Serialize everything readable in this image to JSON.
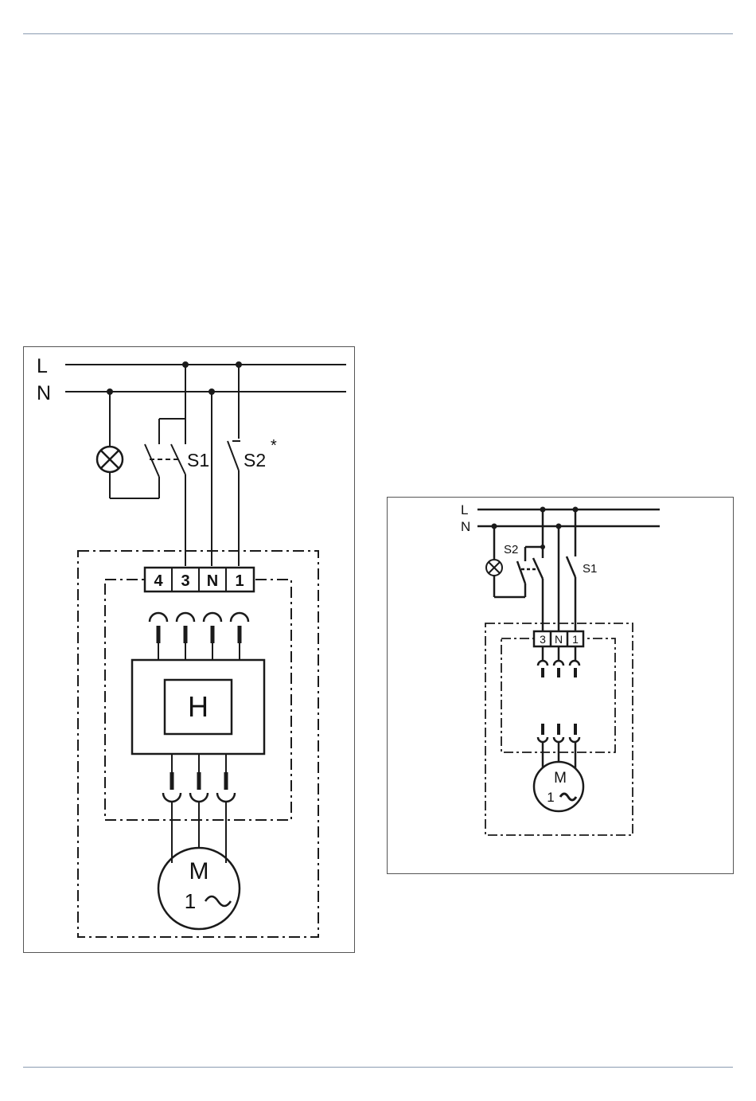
{
  "diagram_left": {
    "lines": {
      "line": "L",
      "neutral": "N"
    },
    "lamp_symbol": "lamp-icon",
    "switch_1": "S1",
    "switch_2": "S2",
    "switch_2_mark": "*",
    "terminals": [
      "4",
      "3",
      "N",
      "1"
    ],
    "control_unit": "H",
    "motor": {
      "label": "M",
      "phase": "1",
      "symbol": "~"
    }
  },
  "diagram_right": {
    "lines": {
      "line": "L",
      "neutral": "N"
    },
    "lamp_symbol": "lamp-icon",
    "switch_2": "S2",
    "switch_1": "S1",
    "terminals": [
      "3",
      "N",
      "1"
    ],
    "motor": {
      "label": "M",
      "phase": "1",
      "symbol": "~"
    }
  }
}
